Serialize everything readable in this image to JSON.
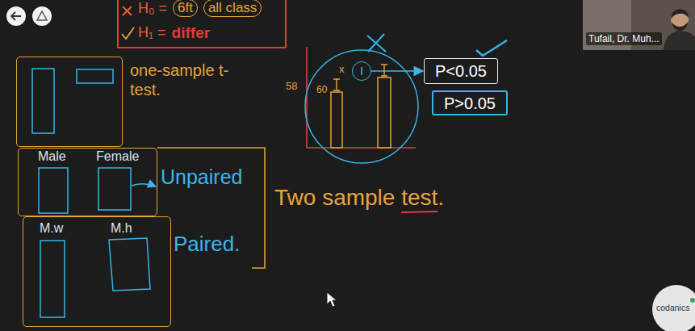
{
  "diagram": {
    "nodes": [
      {
        "text": [
          "H₀ =",
          "6ft",
          "all class",
          "H₁ =",
          "differ"
        ]
      },
      {
        "text": [
          "one-sample t-test."
        ]
      },
      {
        "text": [
          "Male",
          "Female",
          "Unpaired"
        ]
      },
      {
        "text": [
          "M.w",
          "M.h",
          "Paired."
        ]
      },
      {
        "text": [
          "I"
        ]
      },
      {
        "text": [
          "P<0.05"
        ]
      },
      {
        "text": [
          "P>0.05"
        ]
      }
    ],
    "edges": [
      {
        "from": 4,
        "to": 5,
        "arrow": "to"
      }
    ],
    "labels": [
      "Two sample test.",
      "58",
      "60",
      "x",
      "Tufail, Dr. Muh...",
      "codanics"
    ]
  }
}
